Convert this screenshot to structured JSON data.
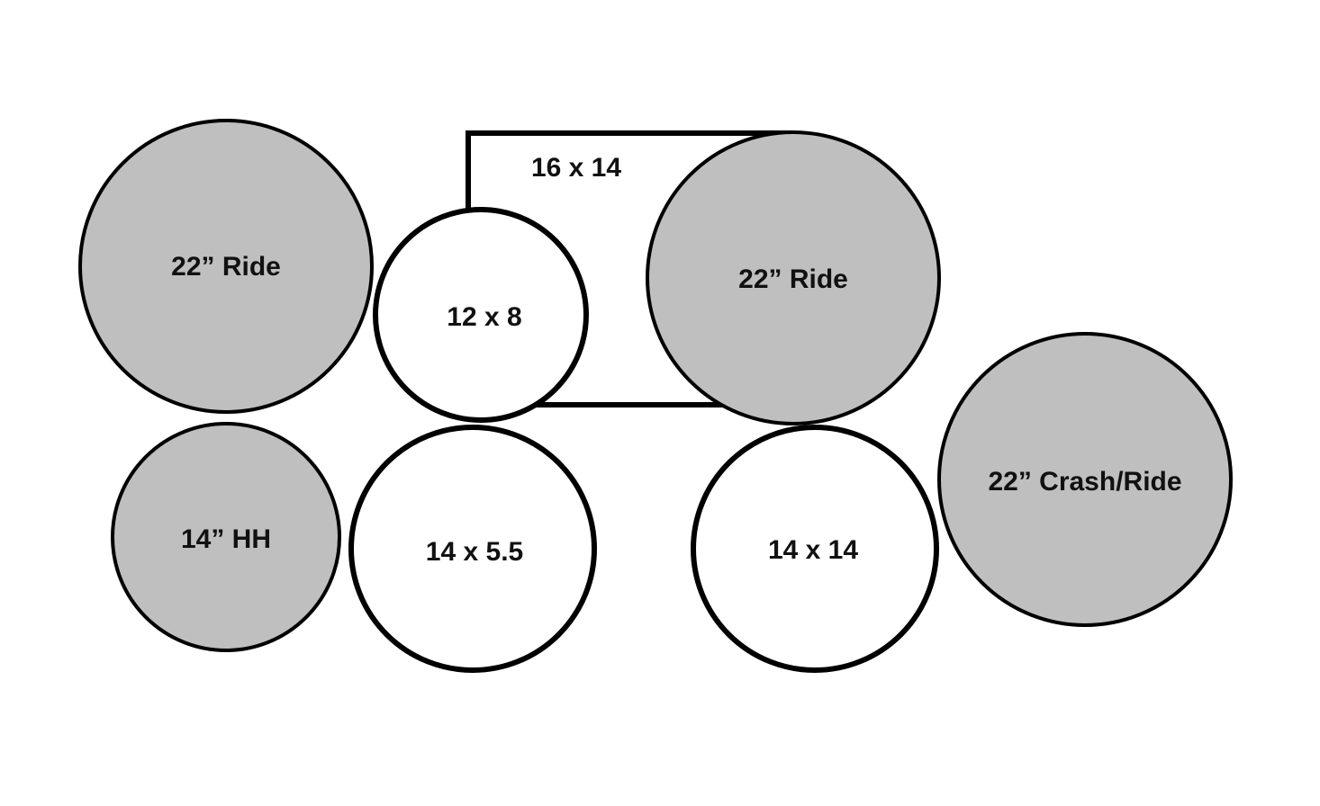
{
  "colors": {
    "background": "#ffffff",
    "cymbal_fill": "#bfbfbf",
    "drum_fill": "#ffffff",
    "stroke": "#000000"
  },
  "kick": {
    "label": "16 x 14"
  },
  "cymbals": {
    "ride_left": {
      "label": "22” Ride"
    },
    "ride_center": {
      "label": "22” Ride"
    },
    "hihat": {
      "label": "14” HH"
    },
    "crash_ride": {
      "label": "22” Crash/Ride"
    }
  },
  "drums": {
    "rack_tom": {
      "label": "12 x 8"
    },
    "snare": {
      "label": "14 x 5.5"
    },
    "floor_tom": {
      "label": "14 x 14"
    }
  }
}
